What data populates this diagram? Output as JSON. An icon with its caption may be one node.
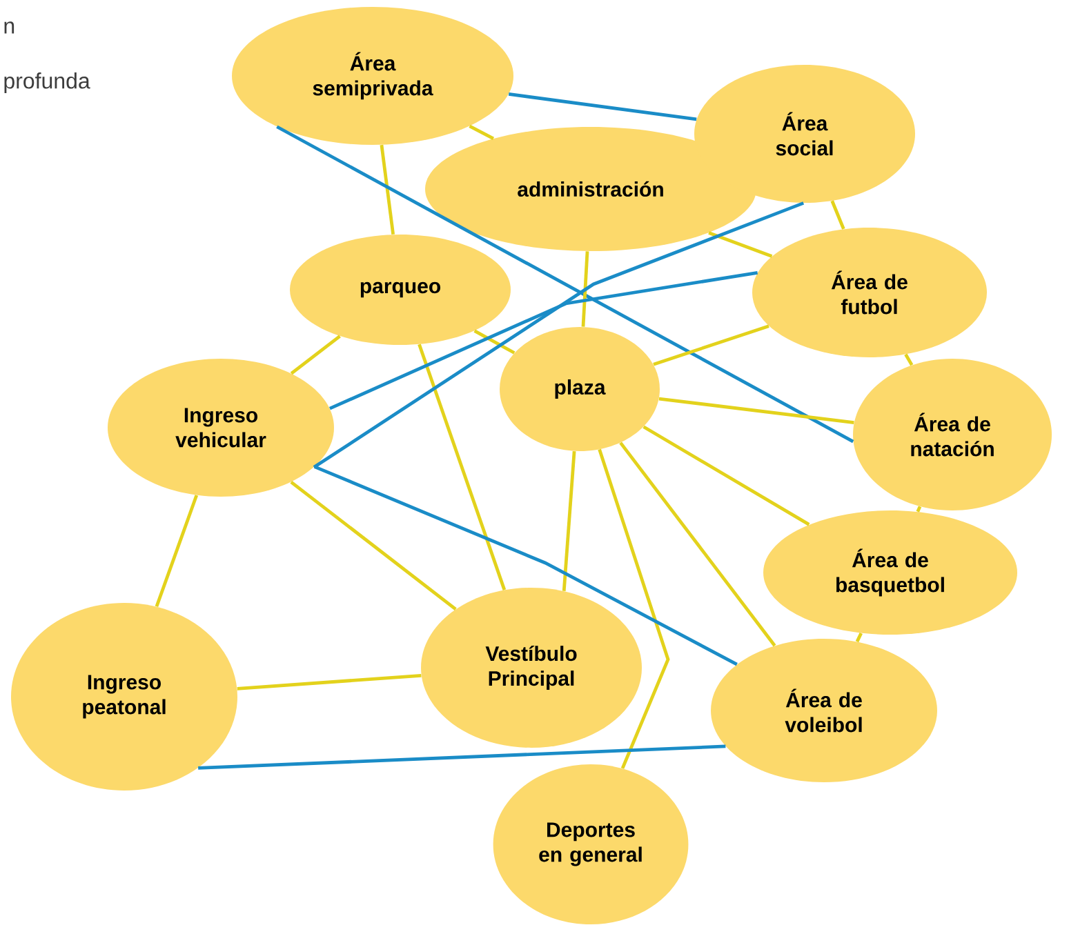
{
  "diagram": {
    "nodes": [
      {
        "text": [
          "Área semiprivada"
        ]
      },
      {
        "text": [
          "administración"
        ]
      },
      {
        "text": [
          "Área social"
        ]
      },
      {
        "text": [
          "parqueo"
        ]
      },
      {
        "text": [
          "Área de futbol"
        ]
      },
      {
        "text": [
          "Ingreso vehicular"
        ]
      },
      {
        "text": [
          "plaza"
        ]
      },
      {
        "text": [
          "Área de natación"
        ]
      },
      {
        "text": [
          "Área de basquetbol"
        ]
      },
      {
        "text": [
          "Ingreso peatonal"
        ]
      },
      {
        "text": [
          "Vestíbulo Principal"
        ]
      },
      {
        "text": [
          "Área de voleibol"
        ]
      },
      {
        "text": [
          "Deportes en general"
        ]
      }
    ],
    "edges": [
      {
        "from": 0,
        "to": 1,
        "arrow": "none"
      },
      {
        "from": 0,
        "to": 3,
        "arrow": "none"
      },
      {
        "from": 0,
        "to": 2,
        "arrow": "none",
        "color": "#1a8cc7"
      },
      {
        "from": 0,
        "to": 7,
        "arrow": "none",
        "color": "#1a8cc7"
      },
      {
        "from": 1,
        "to": 6,
        "arrow": "none"
      },
      {
        "from": 1,
        "to": 4,
        "arrow": "none"
      },
      {
        "from": 2,
        "to": 4,
        "arrow": "none"
      },
      {
        "from": 3,
        "to": 5,
        "arrow": "none"
      },
      {
        "from": 3,
        "to": 6,
        "arrow": "none"
      },
      {
        "from": 3,
        "to": 10,
        "arrow": "none"
      },
      {
        "from": 4,
        "to": 6,
        "arrow": "none"
      },
      {
        "from": 4,
        "to": 7,
        "arrow": "none"
      },
      {
        "from": 5,
        "to": 4,
        "arrow": "none",
        "color": "#1a8cc7"
      },
      {
        "from": 5,
        "to": 2,
        "arrow": "none",
        "color": "#1a8cc7"
      },
      {
        "from": 6,
        "to": 7,
        "arrow": "none"
      },
      {
        "from": 6,
        "to": 8,
        "arrow": "none"
      },
      {
        "from": 6,
        "to": 10,
        "arrow": "none"
      },
      {
        "from": 6,
        "to": 11,
        "arrow": "none"
      },
      {
        "from": 6,
        "to": 12,
        "arrow": "none"
      },
      {
        "from": 5,
        "to": 9,
        "arrow": "none"
      },
      {
        "from": 5,
        "to": 10,
        "arrow": "none"
      },
      {
        "from": 5,
        "to": 11,
        "arrow": "none",
        "color": "#1a8cc7"
      },
      {
        "from": 7,
        "to": 8,
        "arrow": "none"
      },
      {
        "from": 8,
        "to": 11,
        "arrow": "none"
      },
      {
        "from": 9,
        "to": 10,
        "arrow": "none"
      },
      {
        "from": 9,
        "to": 11,
        "arrow": "none",
        "color": "#1a8cc7"
      }
    ],
    "labels": [
      "n",
      "profunda"
    ]
  }
}
